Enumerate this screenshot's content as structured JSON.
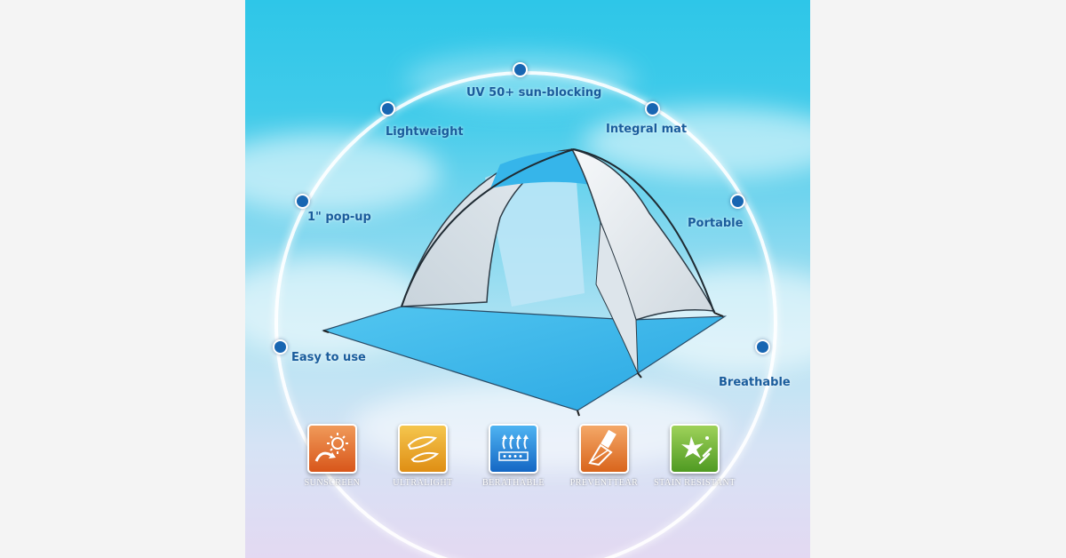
{
  "features": {
    "top": "UV 50+ sun-blocking",
    "upper_left": "Lightweight",
    "upper_right": "Integral mat",
    "mid_left": "1\" pop-up",
    "mid_right": "Portable",
    "lower_left": "Easy to use",
    "lower_right": "Breathable"
  },
  "badges": [
    {
      "icon": "sun-icon",
      "label": "SUNSCREEN",
      "color": "#e86a2a"
    },
    {
      "icon": "feather-icon",
      "label": "ULTRALIGHT",
      "color": "#e9a11e"
    },
    {
      "icon": "breathable-icon",
      "label": "BERATHABLE",
      "color": "#1e7fd8"
    },
    {
      "icon": "tear-resistant-icon",
      "label": "PREVENTTEAR",
      "color": "#e8822a"
    },
    {
      "icon": "splash-icon",
      "label": "STAIN RESISTANT",
      "color": "#6aa82a"
    }
  ],
  "colors": {
    "accent_dot": "#1866b2",
    "text": "#1a5c9c",
    "tent_blue": "#35b8ea",
    "tent_silver": "#e9eef2"
  }
}
